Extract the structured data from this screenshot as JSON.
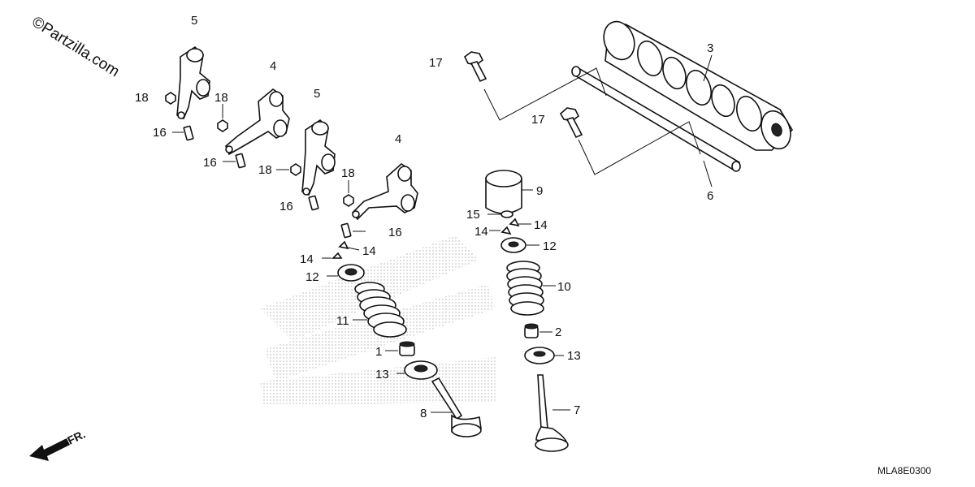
{
  "watermark": "©Partzilla.com",
  "diagram_code": "MLA8E0300",
  "front_marker": "FR.",
  "callouts": {
    "c1": "1",
    "c2": "2",
    "c3": "3",
    "c4a": "4",
    "c4b": "4",
    "c5a": "5",
    "c5b": "5",
    "c6": "6",
    "c7": "7",
    "c8": "8",
    "c9": "9",
    "c10": "10",
    "c11": "11",
    "c12a": "12",
    "c12b": "12",
    "c13a": "13",
    "c13b": "13",
    "c14a": "14",
    "c14b": "14",
    "c14c": "14",
    "c14d": "14",
    "c15": "15",
    "c16a": "16",
    "c16b": "16",
    "c16c": "16",
    "c16d": "16",
    "c17a": "17",
    "c17b": "17",
    "c18a": "18",
    "c18b": "18",
    "c18c": "18",
    "c18d": "18"
  }
}
